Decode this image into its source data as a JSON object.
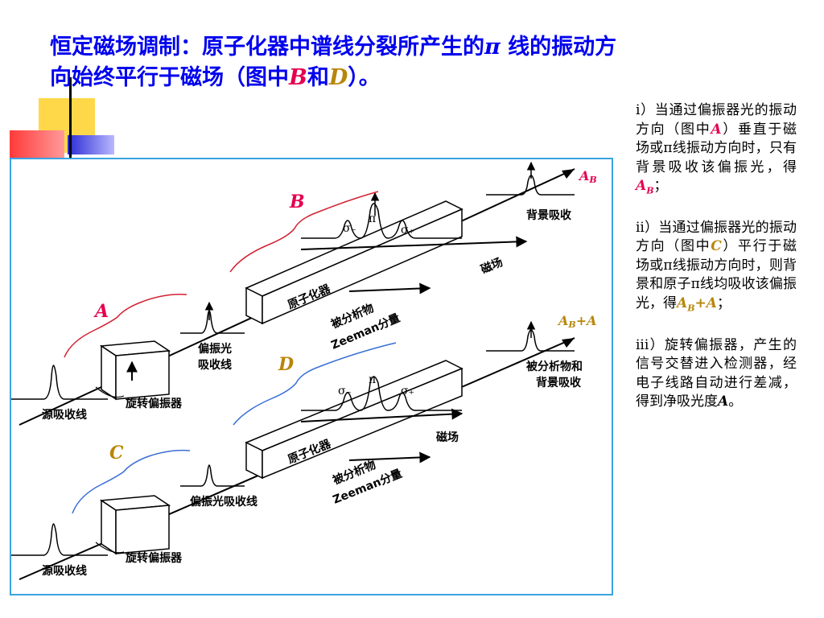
{
  "title": {
    "line1_prefix": "恒定磁场调制：原子化器中谱线分裂所产生的",
    "pi": "π",
    "line1_suffix": " 线的振动方",
    "line2_prefix": "向始终平行于磁场（图中",
    "B": "B",
    "he": "和",
    "D": "D",
    "line2_suffix": "）。"
  },
  "colors": {
    "title_blue": "#0000ee",
    "label_red": "#e5004f",
    "label_orange": "#b8860b",
    "frame_blue": "#3aa3e0",
    "deco_yellow": "#ffd84a",
    "deco_blue": "#2b2bd4",
    "deco_red": "#ff3a3a"
  },
  "diagram": {
    "top": {
      "label_A": "A",
      "label_B": "B",
      "result_A": "A",
      "result_sub": "B",
      "result_suffix": "",
      "bg_abs": "背景吸收",
      "polarized_line1": "偏振光",
      "polarized_line2": "吸收线",
      "atomizer": "原子化器",
      "magnet": "磁场",
      "analyte": "被分析物",
      "zeeman": "Zeeman分量",
      "sigma_minus": "σ₋",
      "pi": "π",
      "sigma_plus": "σ₊",
      "rotating_polarizer": "旋转偏振器",
      "source_line": "源吸收线"
    },
    "bottom": {
      "label_C": "C",
      "label_D": "D",
      "result_A": "A",
      "result_sub": "B",
      "result_suffix": "+A",
      "bg_abs_line1": "被分析物和",
      "bg_abs_line2": "背景吸收",
      "polarized": "偏振光吸收线",
      "atomizer": "原子化器",
      "magnet": "磁场",
      "analyte": "被分析物",
      "zeeman": "Zeeman分量",
      "sigma_minus": "σ₋",
      "pi": "π",
      "sigma_plus": "σ₊",
      "rotating_polarizer": "旋转偏振器",
      "source_line": "源吸收线"
    }
  },
  "notes": {
    "i": {
      "num": "i",
      "t1": "）当通过偏振器光的振动方向（图中",
      "A": "A",
      "t2": "）垂直于磁场或",
      "pi": "π",
      "t3": "线振动方向时，只有背景吸收该偏振光，得",
      "AB_A": "A",
      "AB_sub": "B",
      "t4": "；"
    },
    "ii": {
      "num": "ii",
      "t1": "）当通过偏振器光的振动方向（图中",
      "C": "C",
      "t2": "）平行于磁场或",
      "pi": "π",
      "t3": "线振动方向时，则背景和原子",
      "pi2": "π",
      "t4": "线均吸收该偏振光，得",
      "AB_A": "A",
      "AB_sub": "B",
      "AB_plus": "+A",
      "t5": "；"
    },
    "iii": {
      "num": "iii",
      "t1": "）旋转偏振器，产生的信号交替进入检测器，经电子线路自动进行差减，得到净吸光度",
      "A": "A",
      "t2": "。"
    }
  }
}
